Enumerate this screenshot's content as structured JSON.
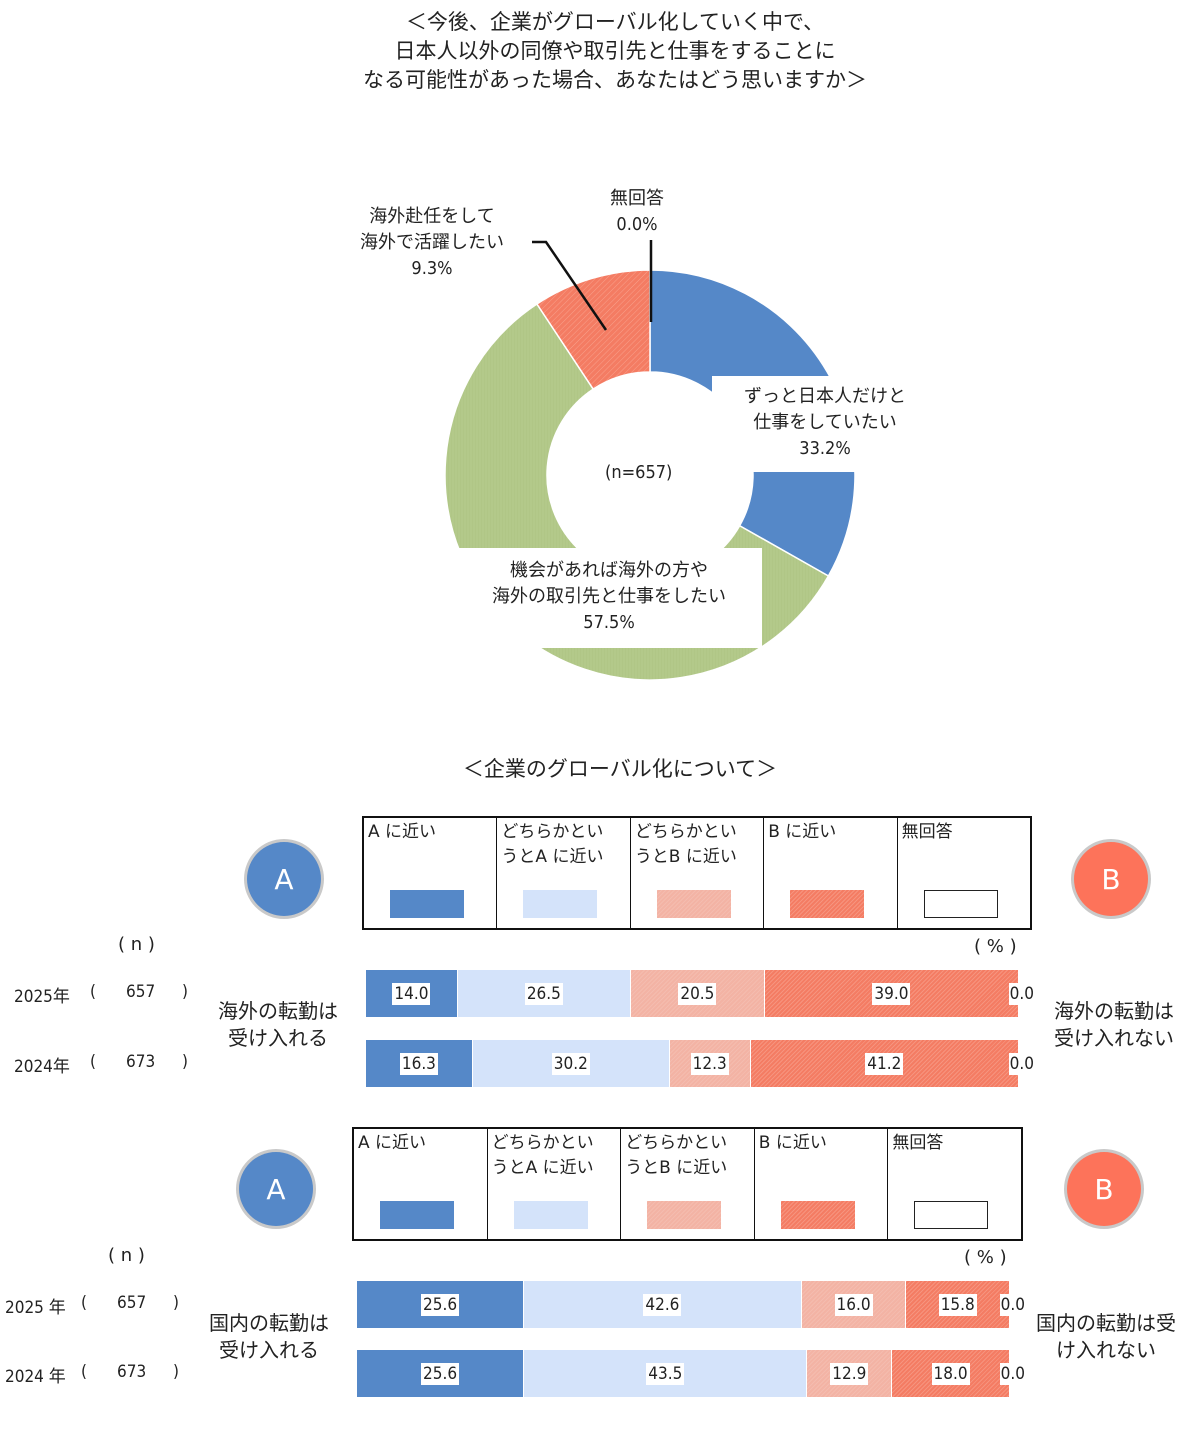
{
  "title": {
    "line1": "＜今後、企業がグローバル化していく中で、",
    "line2": "日本人以外の同僚や取引先と仕事をすることに",
    "line3": "なる可能性があった場合、あなたはどう思いますか＞"
  },
  "donut": {
    "center_label": "(n=657)",
    "labels": {
      "no_answer": {
        "line1": "無回答",
        "value": "0.0%"
      },
      "abroad": {
        "line1": "海外赴任をして",
        "line2": "海外で活躍したい",
        "value": "9.3%"
      },
      "japanese_only": {
        "line1": "ずっと日本人だけと",
        "line2": "仕事をしていたい",
        "value": "33.2%"
      },
      "opportunity": {
        "line1": "機会があれば海外の方や",
        "line2": "海外の取引先と仕事をしたい",
        "value": "57.5%"
      }
    }
  },
  "section2": {
    "title": "＜企業のグローバル化について＞",
    "legend": [
      {
        "line1": "A に近い",
        "line2": ""
      },
      {
        "line1": "どちらかとい",
        "line2": "うとA に近い"
      },
      {
        "line1": "どちらかとい",
        "line2": "うとB に近い"
      },
      {
        "line1": "B に近い",
        "line2": ""
      },
      {
        "line1": "無回答",
        "line2": ""
      }
    ],
    "circle_a": "A",
    "circle_b": "B",
    "n_label": "( n )",
    "pct_label": "( % )",
    "chart1": {
      "left_label_1": "海外の転勤は",
      "left_label_2": "受け入れる",
      "right_label_1": "海外の転勤は",
      "right_label_2": "受け入れない",
      "rows": [
        {
          "year": "2025年",
          "open": "(",
          "n": "657",
          "close": ")",
          "values": [
            "14.0",
            "26.5",
            "20.5",
            "39.0"
          ],
          "zero": "0.0"
        },
        {
          "year": "2024年",
          "open": "(",
          "n": "673",
          "close": ")",
          "values": [
            "16.3",
            "30.2",
            "12.3",
            "41.2"
          ],
          "zero": "0.0"
        }
      ]
    },
    "chart2": {
      "left_label_1": "国内の転勤は",
      "left_label_2": "受け入れる",
      "right_label_1": "国内の転勤は受",
      "right_label_2": "け入れない",
      "rows": [
        {
          "year": "2025 年",
          "open": "(",
          "n": "657",
          "close": ")",
          "values": [
            "25.6",
            "42.6",
            "16.0",
            "15.8"
          ],
          "zero": "0.0"
        },
        {
          "year": "2024 年",
          "open": "(",
          "n": "673",
          "close": ")",
          "values": [
            "25.6",
            "43.5",
            "12.9",
            "18.0"
          ],
          "zero": "0.0"
        }
      ]
    }
  },
  "colors": {
    "a_close": "#5588c8",
    "lean_a": "#d4e3fa",
    "lean_b": "#f3b3a4",
    "b_close": "#f47c63",
    "donut_green": "#b3c98a",
    "circle_a": "#5588c8",
    "circle_b": "#fd735a"
  },
  "chart_data": [
    {
      "type": "pie",
      "title": "＜今後、企業がグローバル化していく中で、日本人以外の同僚や取引先と仕事をすることになる可能性があった場合、あなたはどう思いますか＞",
      "subtitle": "(n=657)",
      "categories": [
        "ずっと日本人だけと仕事をしていたい",
        "機会があれば海外の方や海外の取引先と仕事をしたい",
        "海外赴任をして海外で活躍したい",
        "無回答"
      ],
      "values": [
        33.2,
        57.5,
        9.3,
        0.0
      ],
      "colors": [
        "#5588c8",
        "#b3c98a",
        "#f47c63",
        "#ffffff"
      ],
      "donut": true
    },
    {
      "type": "bar",
      "orientation": "horizontal-stacked-100",
      "title": "＜企業のグローバル化について＞ 海外の転勤",
      "categories": [
        "2025年 (657)",
        "2024年 (673)"
      ],
      "series": [
        {
          "name": "A に近い",
          "values": [
            14.0,
            16.3
          ]
        },
        {
          "name": "どちらかというとA に近い",
          "values": [
            26.5,
            30.2
          ]
        },
        {
          "name": "どちらかというとB に近い",
          "values": [
            20.5,
            12.3
          ]
        },
        {
          "name": "B に近い",
          "values": [
            39.0,
            41.2
          ]
        },
        {
          "name": "無回答",
          "values": [
            0.0,
            0.0
          ]
        }
      ],
      "a_label": "海外の転勤は受け入れる",
      "b_label": "海外の転勤は受け入れない",
      "xlabel": "(%)",
      "ylabel": "(n)",
      "xlim": [
        0,
        100
      ]
    },
    {
      "type": "bar",
      "orientation": "horizontal-stacked-100",
      "title": "＜企業のグローバル化について＞ 国内の転勤",
      "categories": [
        "2025年 (657)",
        "2024年 (673)"
      ],
      "series": [
        {
          "name": "A に近い",
          "values": [
            25.6,
            25.6
          ]
        },
        {
          "name": "どちらかというとA に近い",
          "values": [
            42.6,
            43.5
          ]
        },
        {
          "name": "どちらかというとB に近い",
          "values": [
            16.0,
            12.9
          ]
        },
        {
          "name": "B に近い",
          "values": [
            15.8,
            18.0
          ]
        },
        {
          "name": "無回答",
          "values": [
            0.0,
            0.0
          ]
        }
      ],
      "a_label": "国内の転勤は受け入れる",
      "b_label": "国内の転勤は受け入れない",
      "xlabel": "(%)",
      "ylabel": "(n)",
      "xlim": [
        0,
        100
      ]
    }
  ]
}
